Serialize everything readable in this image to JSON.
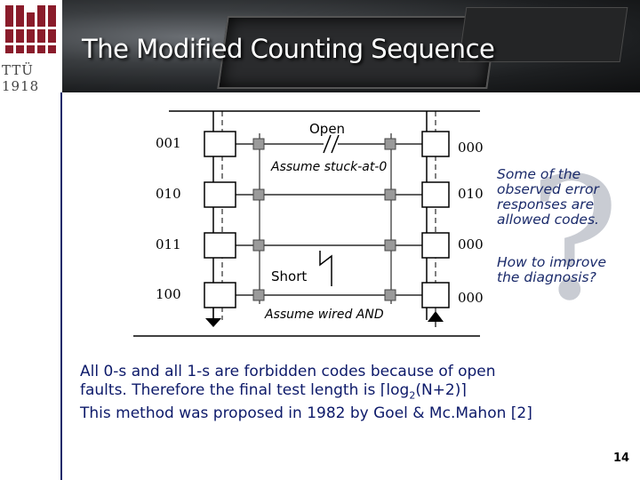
{
  "slide": {
    "title": "The Modified Counting Sequence",
    "logo_text": "TTÜ 1918",
    "page_number": "14"
  },
  "circuit": {
    "left_codes": [
      "001",
      "010",
      "011",
      "100"
    ],
    "right_codes": [
      "000",
      "010",
      "000",
      "000"
    ],
    "open_label": "Open",
    "open_note": "Assume stuck-at-0",
    "short_label": "Short",
    "short_note": "Assume wired AND"
  },
  "note": {
    "question_mark": "?",
    "lines_1": [
      "Some of the",
      "observed error",
      "responses are",
      "allowed codes."
    ],
    "lines_2": [
      "How to improve",
      "the diagnosis?"
    ]
  },
  "body": {
    "line1": "All 0-s and all 1-s are forbidden codes because of open",
    "line2_pre": "faults. Therefore the final test length is ",
    "ceil_left": "⌈",
    "log": "log",
    "log_sub": "2",
    "arg": "(N+2)",
    "ceil_right": "⌉",
    "line3": "This method was proposed in 1982 by Goel & Mc.Mahon [2]"
  }
}
